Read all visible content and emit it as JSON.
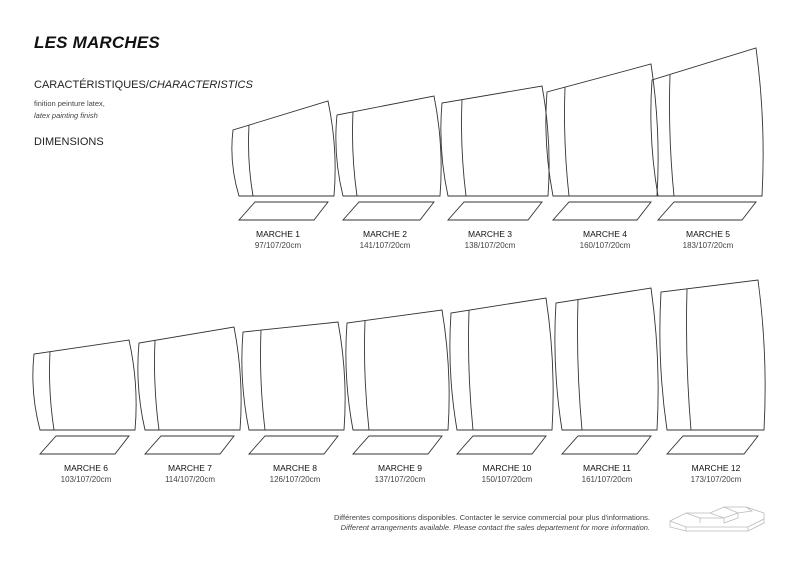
{
  "title": "LES MARCHES",
  "characteristics": {
    "heading_fr": "CARACTÉRISTIQUES",
    "separator": "/",
    "heading_en": "CHARACTERISTICS",
    "finish_fr": "finition peinture latex,",
    "finish_en": "latex painting finish"
  },
  "dimensions_heading": "DIMENSIONS",
  "steps": [
    {
      "name": "MARCHE 1",
      "dims": "97/107/20cm"
    },
    {
      "name": "MARCHE 2",
      "dims": "141/107/20cm"
    },
    {
      "name": "MARCHE 3",
      "dims": "138/107/20cm"
    },
    {
      "name": "MARCHE 4",
      "dims": "160/107/20cm"
    },
    {
      "name": "MARCHE 5",
      "dims": "183/107/20cm"
    },
    {
      "name": "MARCHE 6",
      "dims": "103/107/20cm"
    },
    {
      "name": "MARCHE 7",
      "dims": "114/107/20cm"
    },
    {
      "name": "MARCHE 8",
      "dims": "126/107/20cm"
    },
    {
      "name": "MARCHE 9",
      "dims": "137/107/20cm"
    },
    {
      "name": "MARCHE 10",
      "dims": "150/107/20cm"
    },
    {
      "name": "MARCHE 11",
      "dims": "161/107/20cm"
    },
    {
      "name": "MARCHE 12",
      "dims": "173/107/20cm"
    }
  ],
  "footer": {
    "fr": "Différentes compositions disponibles. Contacter le service commercial pour plus d'informations.",
    "en": "Different arrangements available. Please contact the sales departement for more information."
  },
  "icons": {
    "composition": "stacked-steps-composition-icon"
  }
}
